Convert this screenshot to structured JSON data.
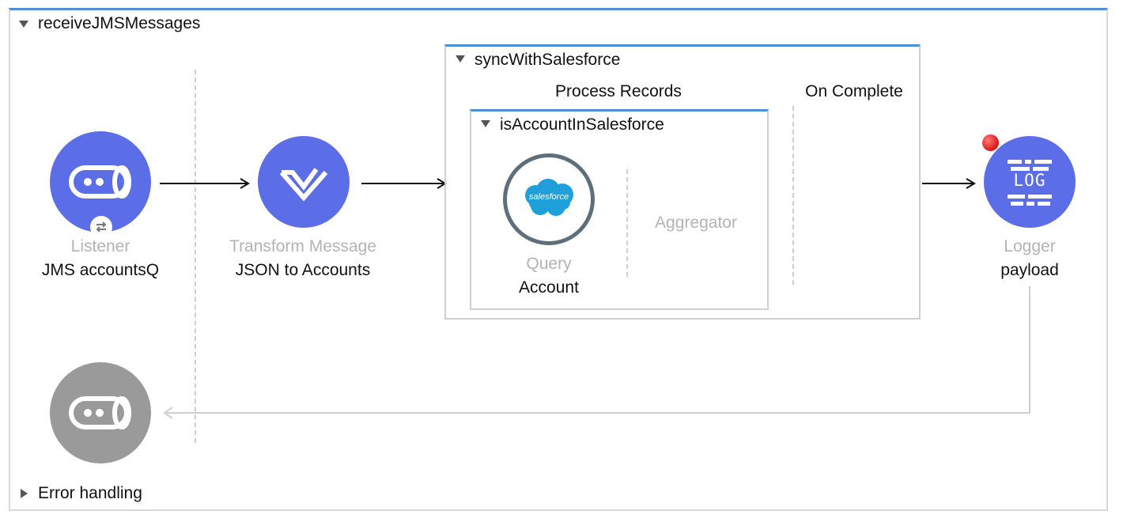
{
  "flow": {
    "title": "receiveJMSMessages"
  },
  "listener": {
    "type": "Listener",
    "name": "JMS accountsQ",
    "icon": "jms-connector-icon",
    "badge_icon": "exchange-icon"
  },
  "transform": {
    "type": "Transform Message",
    "name": "JSON to Accounts",
    "icon": "dataweave-icon"
  },
  "batch": {
    "title": "syncWithSalesforce",
    "process_records_label": "Process Records",
    "on_complete_label": "On Complete",
    "step": {
      "title": "isAccountInSalesforce",
      "query": {
        "type": "Query",
        "name": "Account",
        "logo_text": "salesforce",
        "icon": "salesforce-cloud-icon"
      },
      "aggregator_label": "Aggregator"
    }
  },
  "logger": {
    "type": "Logger",
    "name": "payload",
    "icon_text": "LOG",
    "icon": "log-icon",
    "breakpoint": "red-breakpoint-dot"
  },
  "error_handling": {
    "label": "Error handling"
  },
  "colors": {
    "accent": "#4a90d9",
    "node": "#5b6ee8",
    "response_node": "#9a9a9a",
    "breakpoint": "#e02020"
  }
}
